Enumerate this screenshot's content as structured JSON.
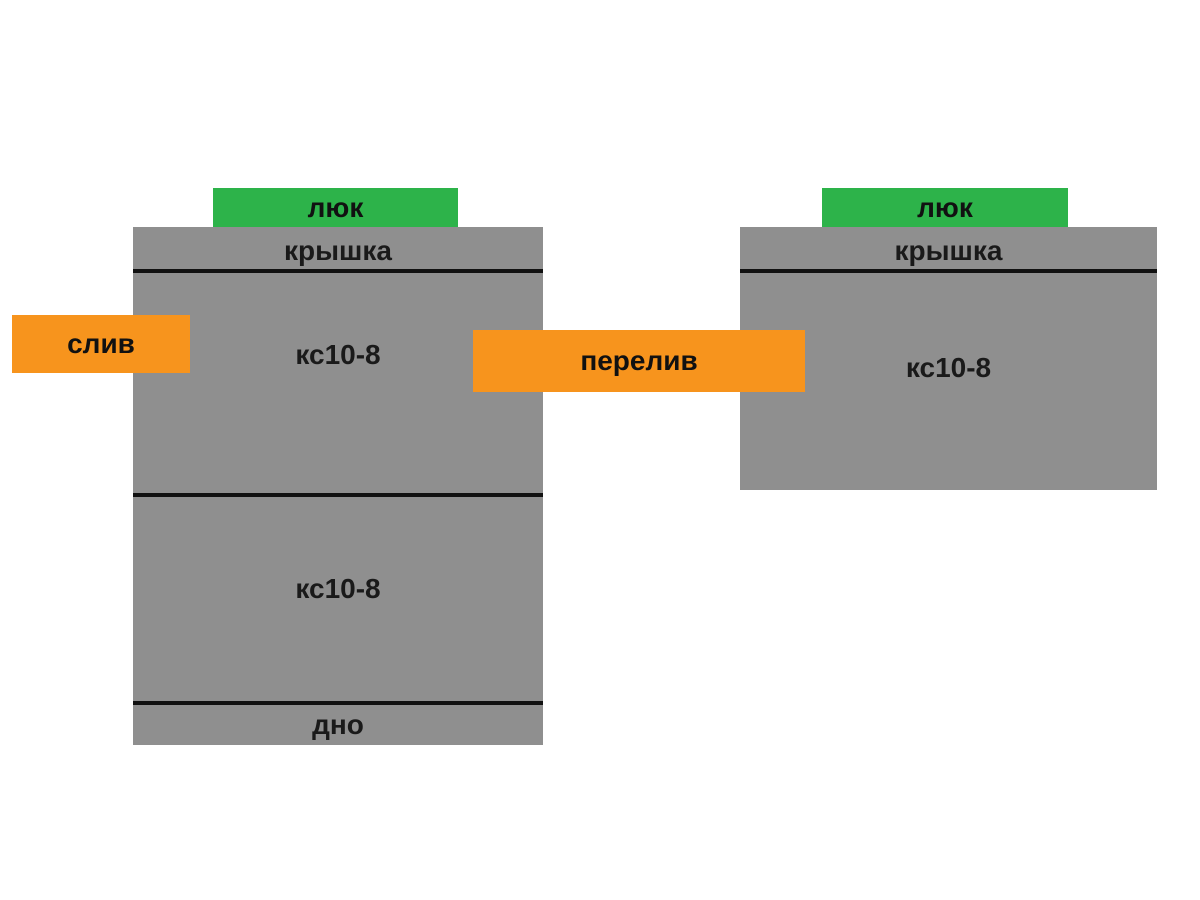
{
  "diagram_title": "septic-tank-rings-diagram",
  "colors": {
    "background": "#ffffff",
    "tank_gray": "#8f8f8f",
    "hatch_green": "#2db34a",
    "pipe_orange": "#f7941d",
    "joint_line": "#111111",
    "text": "#1a1a1a"
  },
  "left_tank": {
    "hatch_label": "люк",
    "cover_label": "крышка",
    "ring1_label": "кс10-8",
    "ring2_label": "кс10-8",
    "bottom_label": "дно"
  },
  "right_tank": {
    "hatch_label": "люк",
    "cover_label": "крышка",
    "ring1_label": "кс10-8"
  },
  "pipes": {
    "drain_label": "слив",
    "overflow_label": "перелив"
  }
}
